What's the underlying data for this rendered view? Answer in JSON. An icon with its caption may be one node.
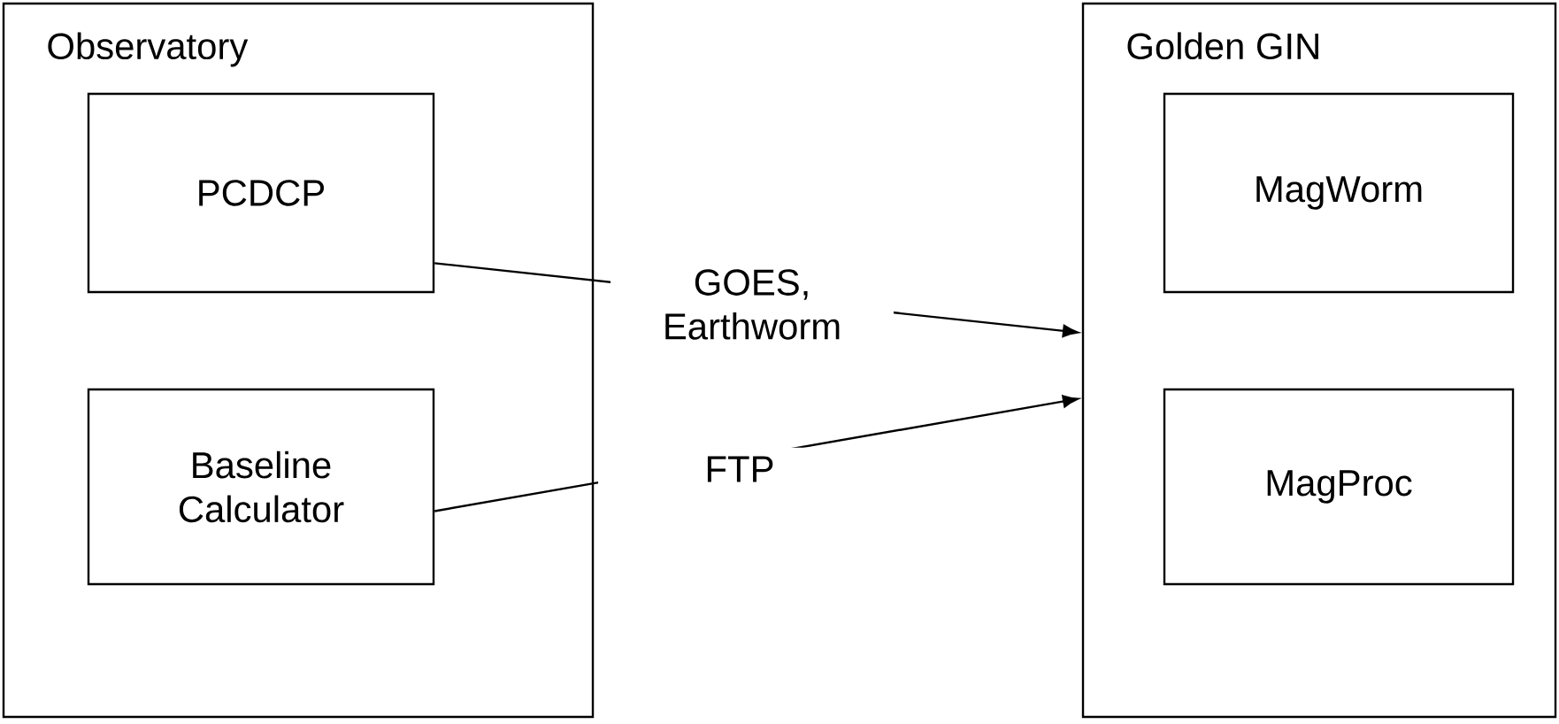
{
  "diagram": {
    "nodes": [
      {
        "text": [
          "Observatory"
        ]
      },
      {
        "text": [
          "PCDCP"
        ],
        "in": 0
      },
      {
        "text": [
          "Baseline Calculator"
        ],
        "in": 0
      },
      {
        "text": [
          "Golden GIN"
        ]
      },
      {
        "text": [
          "MagWorm"
        ],
        "in": 3
      },
      {
        "text": [
          "MagProc"
        ],
        "in": 3
      }
    ],
    "edges": [
      {
        "from": 1,
        "to": 3,
        "arrow": "to",
        "label": "GOES, Earthworm"
      },
      {
        "from": 2,
        "to": 3,
        "arrow": "to",
        "label": "FTP"
      }
    ]
  }
}
